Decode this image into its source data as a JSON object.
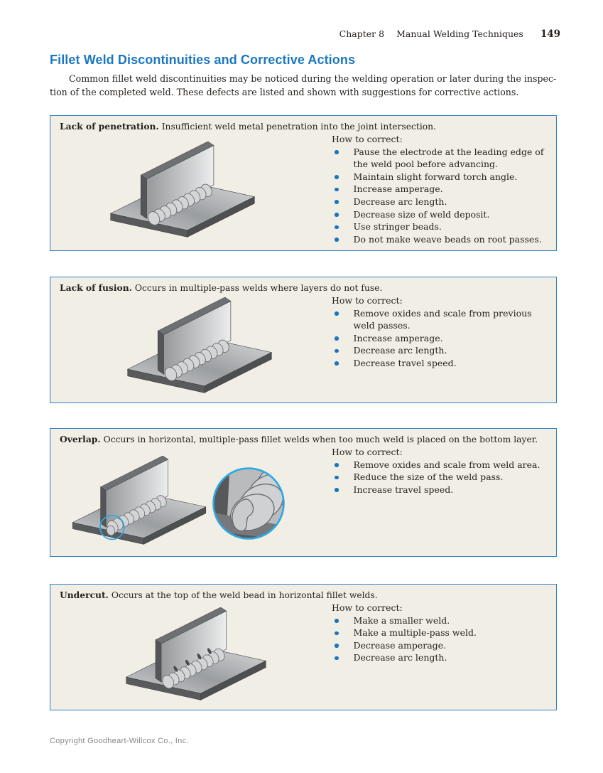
{
  "page": {
    "header": {
      "chapter": "Chapter 8",
      "book_section": "Manual Welding Techniques",
      "page_number": "149"
    },
    "heading": "Fillet Weld Discontinuities and Corrective Actions",
    "intro_lines": [
      "Common fillet weld discontinuities may be noticed during the welding operation or later during the inspec-",
      "tion of the completed weld. These defects are listed and shown with suggestions for corrective actions."
    ],
    "footer": "Copyright Goodheart-Willcox Co., Inc."
  },
  "colors": {
    "heading_blue": "#1b78c0",
    "panel_border": "#2e80c4",
    "panel_bg": "#f1eee6",
    "bullet_blue": "#1b75bc",
    "callout_blue": "#2da9e1"
  },
  "panels": [
    {
      "term": "Lack of penetration.",
      "definition": "Insufficient weld metal penetration into the joint intersection.",
      "how_label": "How to correct:",
      "figure": "t-joint-fillet-weld-illustration",
      "bullets": [
        "Pause the electrode at the leading edge of the weld pool before advancing.",
        "Maintain slight forward torch angle.",
        "Increase amperage.",
        "Decrease arc length.",
        "Decrease size of weld deposit.",
        "Use stringer beads.",
        "Do not make weave beads on root passes."
      ]
    },
    {
      "term": "Lack of fusion.",
      "definition": "Occurs in multiple-pass welds where layers do not fuse.",
      "how_label": "How to correct:",
      "figure": "t-joint-fillet-weld-illustration",
      "bullets": [
        "Remove oxides and scale from previous weld passes.",
        "Increase amperage.",
        "Decrease arc length.",
        "Decrease travel speed."
      ]
    },
    {
      "term": "Overlap.",
      "definition": "Occurs in horizontal, multiple-pass fillet welds when too much weld is placed on the bottom layer.",
      "how_label": "How to correct:",
      "figure": "t-joint-fillet-weld-with-overlap-callout-and-magnified-inset",
      "bullets": [
        "Remove oxides and scale from weld area.",
        "Reduce the size of the weld pass.",
        "Increase travel speed."
      ]
    },
    {
      "term": "Undercut.",
      "definition": "Occurs at the top of the weld bead in horizontal fillet welds.",
      "how_label": "How to correct:",
      "figure": "t-joint-fillet-weld-with-undercut-marks",
      "bullets": [
        "Make a smaller weld.",
        "Make a multiple-pass weld.",
        "Decrease amperage.",
        "Decrease arc length."
      ]
    }
  ]
}
